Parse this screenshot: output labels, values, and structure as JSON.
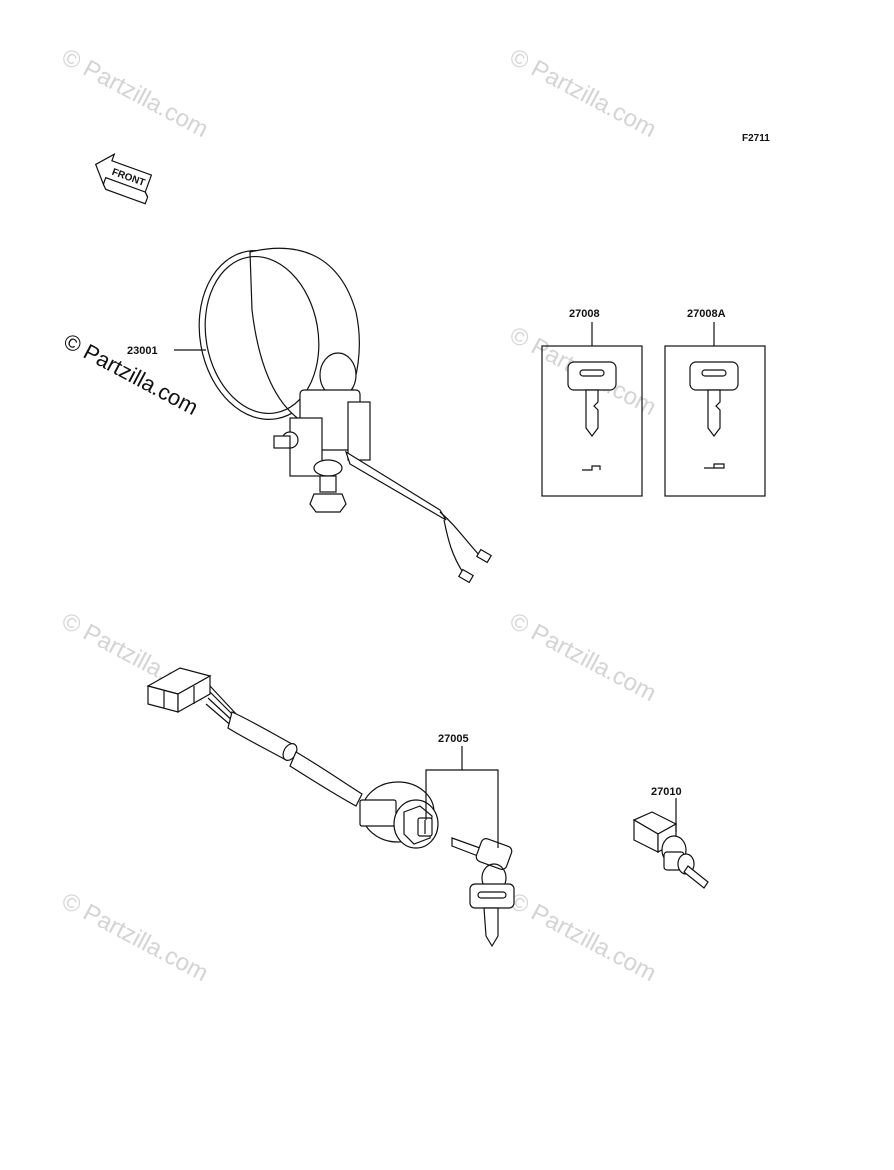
{
  "diagram_code": "F2711",
  "front_arrow": {
    "label": "FRONT"
  },
  "watermark": {
    "text": "© Partzilla.com"
  },
  "parts": {
    "headlight": {
      "number": "23001"
    },
    "key_blank": {
      "number": "27008"
    },
    "key_blank_a": {
      "number": "27008A"
    },
    "ignition_switch": {
      "number": "27005"
    },
    "switch": {
      "number": "27010"
    }
  }
}
